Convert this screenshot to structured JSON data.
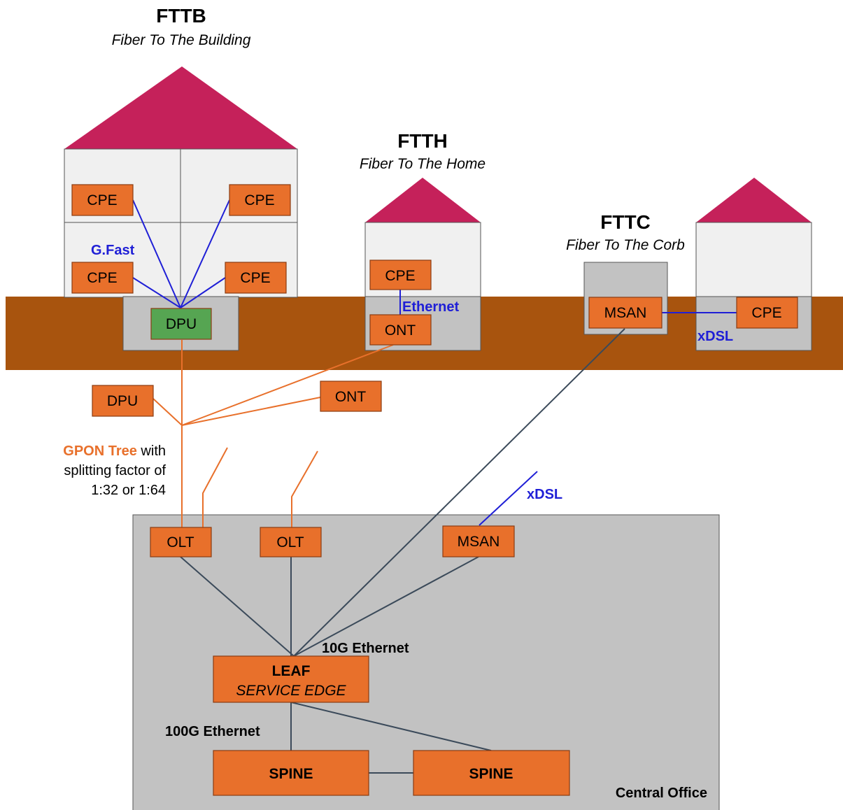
{
  "colors": {
    "roof": "#c5215a",
    "wall": "#f0f0f0",
    "ground": "#a8540e",
    "cabinet": "#c2c2c2",
    "device": "#e8702b",
    "device_border": "#8a3c12",
    "dpu_green": "#56a552",
    "fiber": "#e8702b",
    "copper": "#1f1fd6",
    "backbone": "#3b4a5a",
    "text": "#000000"
  },
  "fttb": {
    "title": "FTTB",
    "subtitle": "Fiber To The Building",
    "cpe": [
      "CPE",
      "CPE",
      "CPE",
      "CPE"
    ],
    "dpu": "DPU",
    "link_label": "G.Fast"
  },
  "ftth": {
    "title": "FTTH",
    "subtitle": "Fiber To The Home",
    "cpe": "CPE",
    "ont": "ONT",
    "link_label": "Ethernet"
  },
  "fttc": {
    "title": "FTTC",
    "subtitle": "Fiber To The Corb",
    "msan": "MSAN",
    "cpe": "CPE",
    "link_label": "xDSL"
  },
  "gpon": {
    "dpu": "DPU",
    "ont": "ONT",
    "label_highlight": "GPON Tree",
    "label_rest": " with",
    "label_line2": "splitting factor of",
    "label_line3": "1:32 or 1:64"
  },
  "central_office": {
    "title": "Central Office",
    "olt1": "OLT",
    "olt2": "OLT",
    "msan": "MSAN",
    "xdsl_label": "xDSL",
    "leaf_title": "LEAF",
    "leaf_subtitle": "SERVICE EDGE",
    "spine1": "SPINE",
    "spine2": "SPINE",
    "link_10g": "10G Ethernet",
    "link_100g": "100G Ethernet"
  }
}
